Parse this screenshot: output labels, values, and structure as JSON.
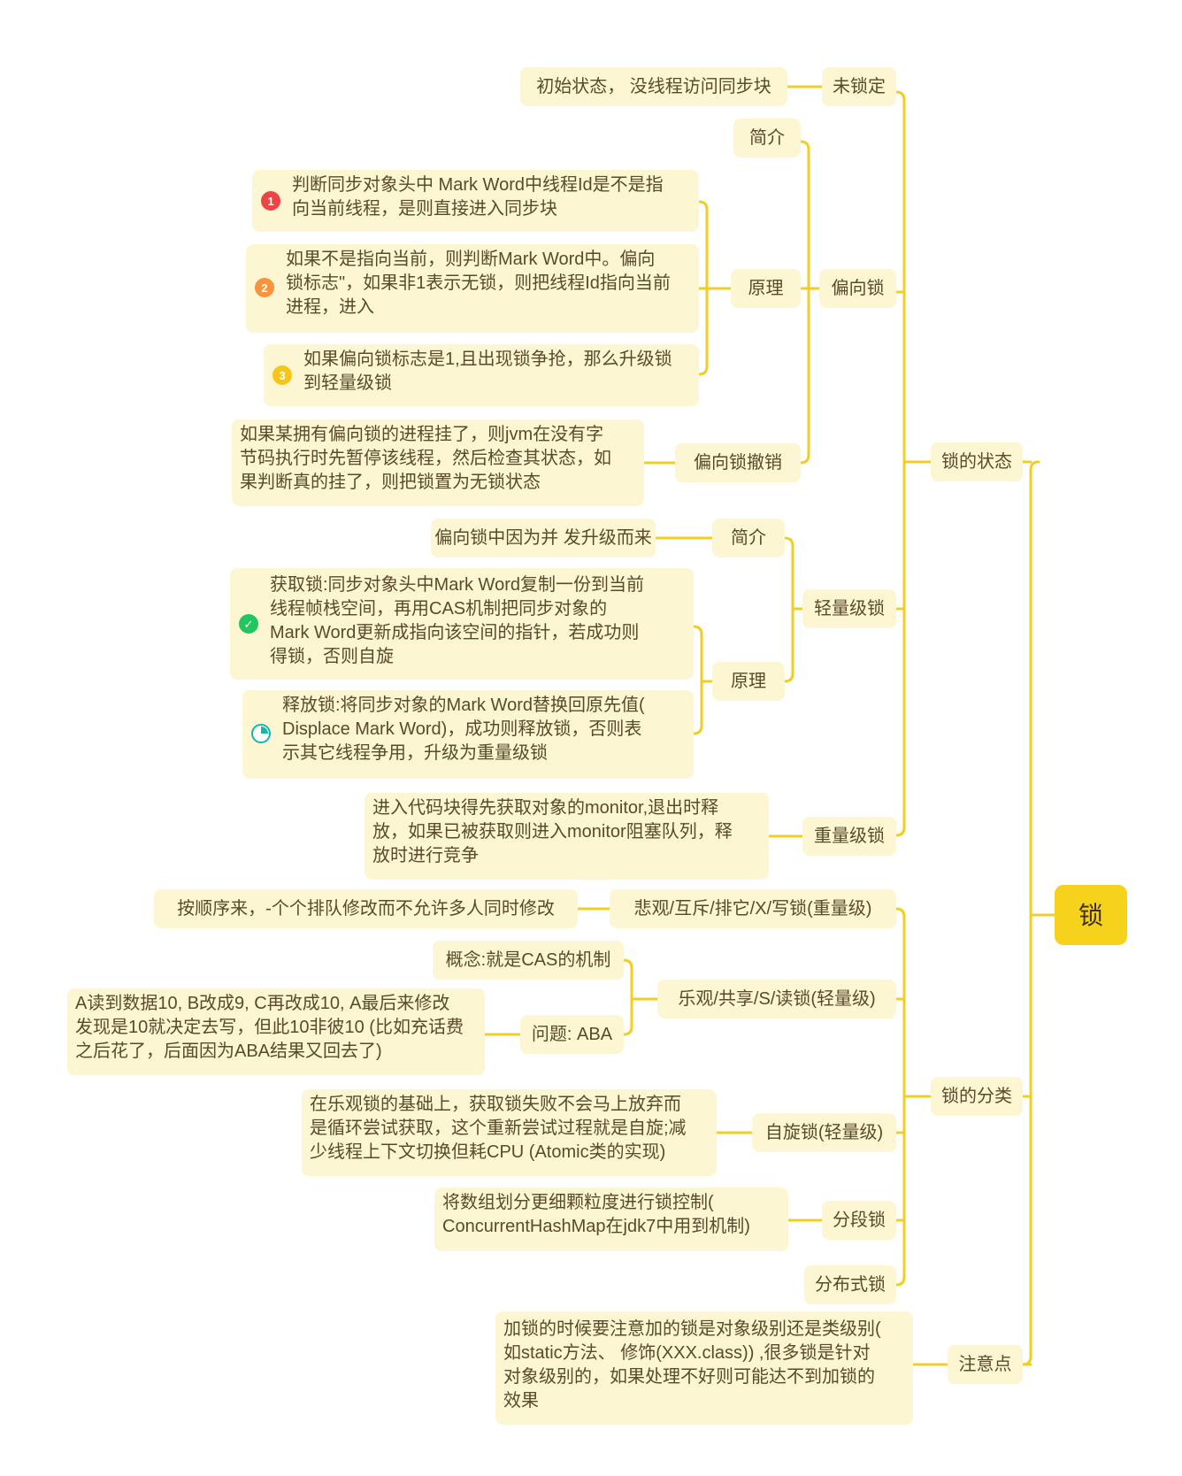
{
  "root": "锁",
  "branches": {
    "state": {
      "label": "锁的状态",
      "unlocked": {
        "label": "未锁定",
        "desc": "初始状态， 没线程访问同步块"
      },
      "biased": {
        "label": "偏向锁",
        "intro": "简介",
        "principle": {
          "label": "原理",
          "steps": [
            "判断同步对象头中 Mark Word中线程Id是不是指\n向当前线程，是则直接进入同步块",
            "如果不是指向当前，则判断Mark Word中。偏向\n锁标志\"，如果非1表示无锁，则把线程Id指向当前\n进程，进入",
            "如果偏向锁标志是1,且出现锁争抢，那么升级锁\n到轻量级锁"
          ]
        },
        "revoke": {
          "label": "偏向锁撤销",
          "desc": "如果某拥有偏向锁的进程挂了，则jvm在没有字\n节码执行时先暂停该线程，然后检查其状态，如\n果判断真的挂了，则把锁置为无锁状态"
        }
      },
      "lightweight": {
        "label": "轻量级锁",
        "intro": {
          "label": "简介",
          "desc": "偏向锁中因为并 发升级而来"
        },
        "principle": {
          "label": "原理",
          "acquire": "获取锁:同步对象头中Mark Word复制一份到当前\n线程帧栈空间，再用CAS机制把同步对象的\nMark Word更新成指向该空间的指针，若成功则\n得锁，否则自旋",
          "release": "释放锁:将同步对象的Mark Word替换回原先值(\nDisplace Mark Word)，成功则释放锁，否则表\n示其它线程争用，升级为重量级锁"
        }
      },
      "heavyweight": {
        "label": "重量级锁",
        "desc": "进入代码块得先获取对象的monitor,退出时释\n放，如果已被获取则进入monitor阻塞队列，释\n放时进行竞争"
      }
    },
    "classification": {
      "label": "锁的分类",
      "pessimistic": {
        "label": "悲观/互斥/排它/X/写锁(重量级)",
        "desc": "按顺序来，-个个排队修改而不允许多人同时修改"
      },
      "optimistic": {
        "label": "乐观/共享/S/读锁(轻量级)",
        "concept": "概念:就是CAS的机制",
        "problem": {
          "label": "问题: ABA",
          "desc": "A读到数据10, B改成9, C再改成10, A最后来修改\n发现是10就决定去写，但此10非彼10 (比如充话费\n之后花了，后面因为ABA结果又回去了)"
        }
      },
      "spin": {
        "label": "自旋锁(轻量级)",
        "desc": "在乐观锁的基础上，获取锁失败不会马上放弃而\n是循环尝试获取，这个重新尝试过程就是自旋;减\n少线程上下文切换但耗CPU (Atomic类的实现)"
      },
      "segment": {
        "label": "分段锁",
        "desc": "将数组划分更细颗粒度进行锁控制(\nConcurrentHashMap在jdk7中用到机制)"
      },
      "distributed": {
        "label": "分布式锁"
      }
    },
    "notes": {
      "label": "注意点",
      "desc": "加锁的时候要注意加的锁是对象级别还是类级别(\n如static方法、 修饰(XXX.class)) ,很多锁是针对\n对象级别的，如果处理不好则可能达不到加锁的\n效果"
    }
  },
  "badges": {
    "step1": "1",
    "step2": "2",
    "step3": "3"
  },
  "colors": {
    "connector": "#f2cd24",
    "node_fill": "#fdf6d3",
    "root_fill": "#f7d21c",
    "text": "#5a4a2c"
  },
  "icons": [
    "priority-1-icon",
    "priority-2-icon",
    "priority-3-icon",
    "task-done-icon",
    "task-progress-icon"
  ]
}
